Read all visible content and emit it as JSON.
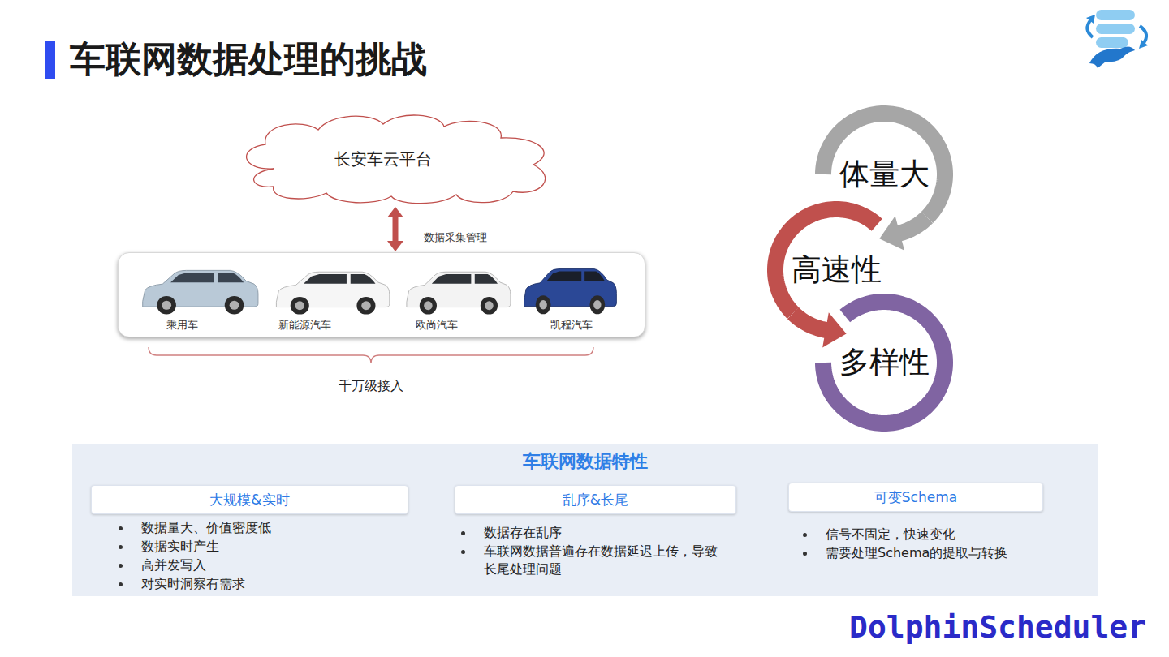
{
  "diagram": {
    "title": "车联网数据处理的挑战",
    "nodes": [
      {
        "text": [
          "长安车云平台"
        ]
      },
      {
        "text": [
          "乘用车",
          "新能源汽车",
          "欧尚汽车",
          "凯程汽车"
        ]
      },
      {
        "text": [
          "体量大"
        ]
      },
      {
        "text": [
          "高速性"
        ]
      },
      {
        "text": [
          "多样性"
        ]
      },
      {
        "text": [
          "车联网数据特性"
        ]
      },
      {
        "text": [
          "大规模&实时"
        ],
        "in": 5
      },
      {
        "text": [
          "乱序&长尾"
        ],
        "in": 5
      },
      {
        "text": [
          "可变Schema"
        ],
        "in": 5
      }
    ],
    "edges": [
      {
        "from": 0,
        "to": 1,
        "arrow": "both",
        "label": "数据采集管理"
      },
      {
        "from": 2,
        "to": 3,
        "arrow": "to"
      },
      {
        "from": 3,
        "to": 4,
        "arrow": "to"
      }
    ],
    "labels": [
      "千万级接入",
      "数据量大、价值密度低",
      "数据实时产生",
      "高并发写入",
      "对实时洞察有需求",
      "数据存在乱序",
      "车联网数据普遍存在数据延迟上传，导致长尾处理问题",
      "信号不固定，快速变化",
      "需要处理Schema的提取与转换",
      "DolphinScheduler"
    ]
  }
}
